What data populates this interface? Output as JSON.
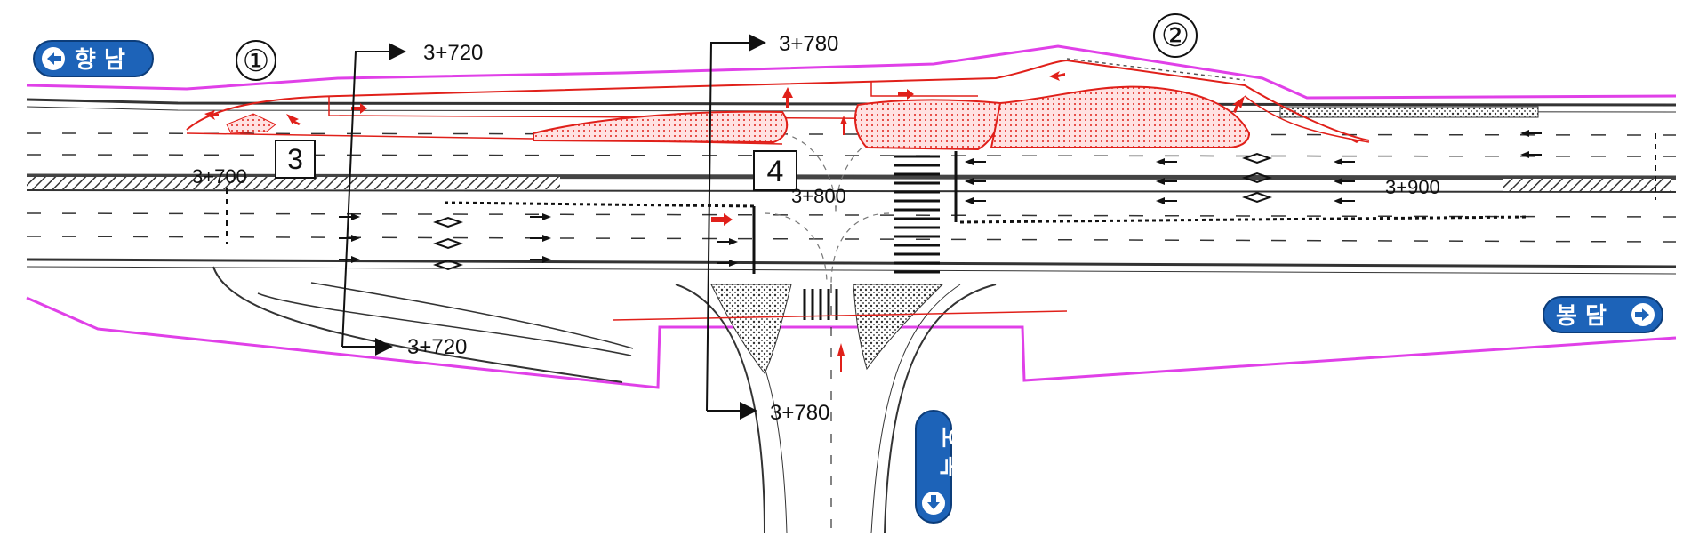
{
  "directions": {
    "west": "향 남",
    "east": "봉 담",
    "south": "오 목"
  },
  "markers": {
    "circle_1": "①",
    "circle_2": "②",
    "box_3": "3",
    "box_4": "4"
  },
  "stations": {
    "sec_720_top": "3+720",
    "sec_720_bottom": "3+720",
    "sec_780_top": "3+780",
    "sec_780_bottom": "3+780",
    "sta_700": "3+700",
    "sta_800": "3+800",
    "sta_900": "3+900"
  },
  "colors": {
    "boundary": "#e040e8",
    "proposed": "#e0201a",
    "road": "#333333",
    "badge": "#1d63b8"
  }
}
